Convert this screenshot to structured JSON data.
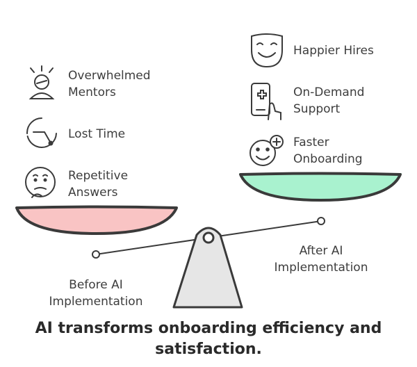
{
  "left_side": {
    "label_line1": "Before AI",
    "label_line2": "Implementation",
    "pan_color": "#f9c4c4",
    "items": [
      {
        "icon": "stressed-person-icon",
        "line1": "Overwhelmed",
        "line2": "Mentors"
      },
      {
        "icon": "clock-icon",
        "line1": "Lost Time",
        "line2": ""
      },
      {
        "icon": "thinking-face-icon",
        "line1": "Repetitive",
        "line2": "Answers"
      }
    ]
  },
  "right_side": {
    "label_line1": "After AI",
    "label_line2": "Implementation",
    "pan_color": "#a9f2cf",
    "items": [
      {
        "icon": "smiling-mask-icon",
        "line1": "Happier Hires",
        "line2": ""
      },
      {
        "icon": "phone-medical-icon",
        "line1": "On-Demand",
        "line2": "Support"
      },
      {
        "icon": "smiley-plus-icon",
        "line1": "Faster",
        "line2": "Onboarding"
      }
    ]
  },
  "title": "AI transforms onboarding efficiency and satisfaction.",
  "colors": {
    "fulcrum": "#e6e6e6",
    "stroke": "#3a3a3a"
  }
}
